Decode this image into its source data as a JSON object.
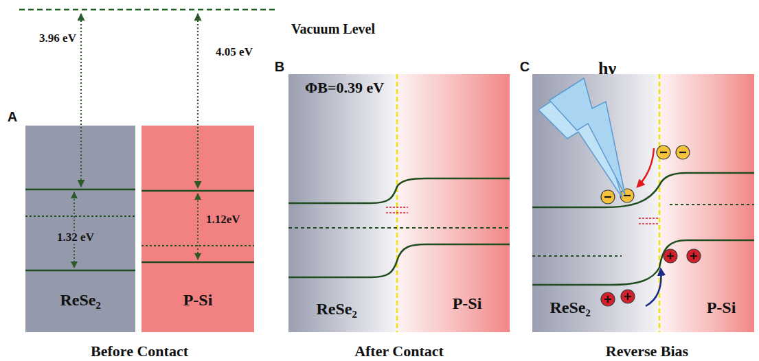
{
  "diagram": {
    "nodes": [
      {
        "text": [
          "ReSe₂"
        ]
      },
      {
        "text": [
          "P-Si"
        ]
      },
      {
        "text": [
          "ΦB=0.39 eV",
          "ReSe₂",
          "P-Si"
        ]
      },
      {
        "text": [
          "ReSe₂",
          "P-Si"
        ]
      }
    ],
    "labels": [
      "Vacuum Level",
      "3.96 eV",
      "4.05 eV",
      "A",
      "1.32 eV",
      "1.12eV",
      "B",
      "C",
      "hν",
      "Before Contact",
      "After Contact",
      "Reverse Bias"
    ]
  }
}
